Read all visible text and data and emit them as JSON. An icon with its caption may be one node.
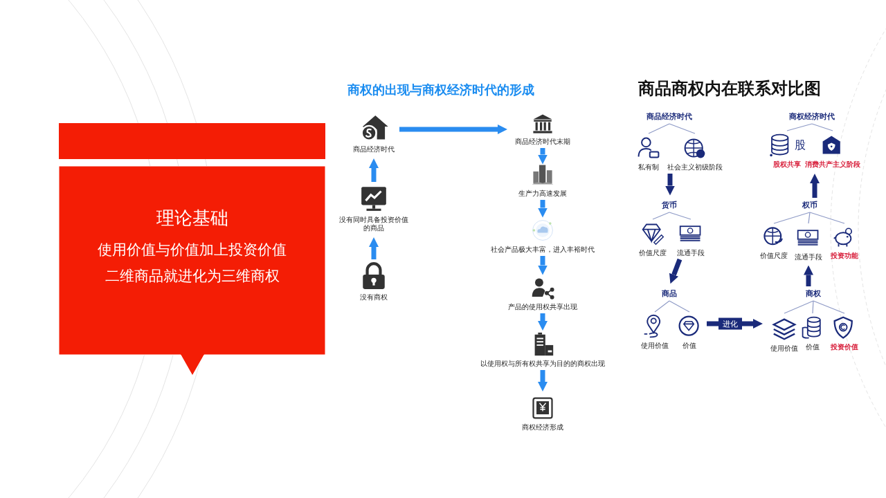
{
  "diagram": {
    "nodes": [
      {
        "text": [
          "商品经济时代"
        ]
      },
      {
        "text": [
          "没有同时具备投资价值的商品"
        ]
      },
      {
        "text": [
          "没有商权"
        ]
      },
      {
        "text": [
          "商品经济时代末期"
        ]
      },
      {
        "text": [
          "生产力高速发展"
        ]
      },
      {
        "text": [
          "社会产品极大丰富，进入丰裕时代"
        ]
      },
      {
        "text": [
          "产品的使用权共享出现"
        ]
      },
      {
        "text": [
          "以使用权与所有权共享为目的的商权出现"
        ]
      },
      {
        "text": [
          "商权经济形成"
        ]
      },
      {
        "text": [
          "商品经济时代"
        ]
      },
      {
        "text": [
          "私有制"
        ]
      },
      {
        "text": [
          "社会主义初级阶段"
        ]
      },
      {
        "text": [
          "货币"
        ]
      },
      {
        "text": [
          "价值尺度"
        ]
      },
      {
        "text": [
          "流通手段"
        ]
      },
      {
        "text": [
          "商品"
        ]
      },
      {
        "text": [
          "使用价值"
        ]
      },
      {
        "text": [
          "价值"
        ]
      },
      {
        "text": [
          "商权经济时代"
        ]
      },
      {
        "text": [
          "股",
          "股权共享"
        ]
      },
      {
        "text": [
          "消费共产主义阶段"
        ]
      },
      {
        "text": [
          "权币"
        ]
      },
      {
        "text": [
          "价值尺度"
        ]
      },
      {
        "text": [
          "流通手段"
        ]
      },
      {
        "text": [
          "投资功能"
        ]
      },
      {
        "text": [
          "商权"
        ]
      },
      {
        "text": [
          "使用价值"
        ]
      },
      {
        "text": [
          "价值"
        ]
      },
      {
        "text": [
          "投资价值"
        ]
      },
      {
        "text": [
          "理论基础",
          "使用价值与价值加上投资价值",
          "二维商品就进化为三维商权"
        ]
      }
    ],
    "edges": [
      {
        "from": 2,
        "to": 1,
        "arrow": "to",
        "style": "thick",
        "color": "#2a8cf0"
      },
      {
        "from": 1,
        "to": 0,
        "arrow": "to",
        "style": "thick",
        "color": "#2a8cf0"
      },
      {
        "from": 0,
        "to": 3,
        "arrow": "to",
        "style": "thick",
        "color": "#2a8cf0"
      },
      {
        "from": 3,
        "to": 4,
        "arrow": "to",
        "style": "thick",
        "color": "#2a8cf0"
      },
      {
        "from": 4,
        "to": 5,
        "arrow": "to",
        "style": "thick",
        "color": "#2a8cf0"
      },
      {
        "from": 5,
        "to": 6,
        "arrow": "to",
        "style": "thick",
        "color": "#2a8cf0"
      },
      {
        "from": 6,
        "to": 7,
        "arrow": "to",
        "style": "thick",
        "color": "#2a8cf0"
      },
      {
        "from": 7,
        "to": 8,
        "arrow": "to",
        "style": "thick",
        "color": "#2a8cf0"
      },
      {
        "from": 9,
        "to": 10,
        "arrow": "none"
      },
      {
        "from": 9,
        "to": 11,
        "arrow": "none"
      },
      {
        "from": 11,
        "to": 12,
        "arrow": "to",
        "style": "thick",
        "color": "#1a2a7a"
      },
      {
        "from": 12,
        "to": 13,
        "arrow": "none"
      },
      {
        "from": 12,
        "to": 14,
        "arrow": "none"
      },
      {
        "from": 14,
        "to": 15,
        "arrow": "to",
        "style": "thick",
        "color": "#1a2a7a"
      },
      {
        "from": 15,
        "to": 16,
        "arrow": "none"
      },
      {
        "from": 15,
        "to": 17,
        "arrow": "none"
      },
      {
        "from": 17,
        "to": 26,
        "label": "进化",
        "arrow": "to",
        "style": "thick",
        "color": "#1a2a7a"
      },
      {
        "from": 18,
        "to": 19,
        "arrow": "none"
      },
      {
        "from": 18,
        "to": 20,
        "arrow": "none"
      },
      {
        "from": 21,
        "to": 22,
        "arrow": "none"
      },
      {
        "from": 21,
        "to": 23,
        "arrow": "none"
      },
      {
        "from": 21,
        "to": 24,
        "arrow": "none"
      },
      {
        "from": 25,
        "to": 26,
        "arrow": "none"
      },
      {
        "from": 25,
        "to": 27,
        "arrow": "none"
      },
      {
        "from": 25,
        "to": 28,
        "arrow": "none"
      },
      {
        "from": 25,
        "to": 23,
        "arrow": "to",
        "style": "thick",
        "color": "#1a2a7a"
      },
      {
        "from": 21,
        "to": 20,
        "arrow": "to",
        "style": "thick",
        "color": "#1a2a7a"
      }
    ],
    "labels": [
      "商权的出现与商权经济时代的形成",
      "商品商权内在联系对比图"
    ]
  }
}
